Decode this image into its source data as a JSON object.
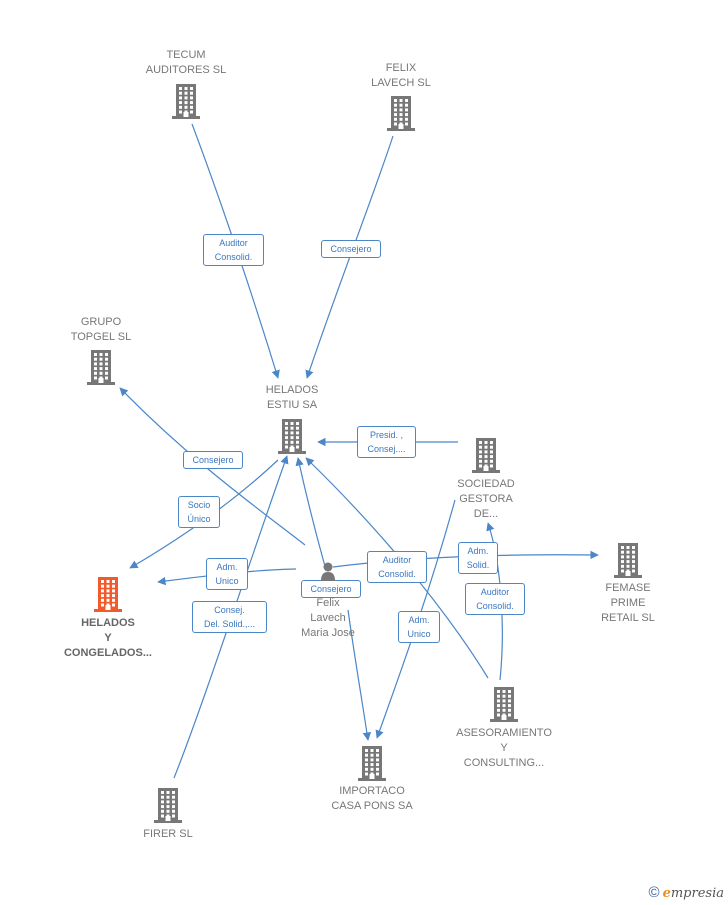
{
  "colors": {
    "edge": "#4a86c8",
    "building": "#777777",
    "highlight": "#f15a2b"
  },
  "nodes": [
    {
      "id": "tecum",
      "label": "TECUM\nAUDITORES SL",
      "icon": "building-icon"
    },
    {
      "id": "felixsl",
      "label": "FELIX\nLAVECH SL",
      "icon": "building-icon"
    },
    {
      "id": "grupo",
      "label": "GRUPO\nTOPGEL SL",
      "icon": "building-icon"
    },
    {
      "id": "estiu",
      "label": "HELADOS\nESTIU SA",
      "icon": "building-icon"
    },
    {
      "id": "sociedad",
      "label": "SOCIEDAD\nGESTORA\nDE...",
      "icon": "building-icon"
    },
    {
      "id": "femase",
      "label": "FEMASE\nPRIME\nRETAIL SL",
      "icon": "building-icon"
    },
    {
      "id": "congelados",
      "label": "HELADOS\nY\nCONGELADOS...",
      "icon": "building-icon",
      "highlight": true
    },
    {
      "id": "person",
      "label": "Felix\nLavech\nMaria Jose",
      "icon": "person-icon"
    },
    {
      "id": "asesor",
      "label": "ASESORAMIENTO\nY\nCONSULTING...",
      "icon": "building-icon"
    },
    {
      "id": "importaco",
      "label": "IMPORTACO\nCASA PONS SA",
      "icon": "building-icon"
    },
    {
      "id": "firer",
      "label": "FIRER SL",
      "icon": "building-icon"
    }
  ],
  "edge_labels": [
    "Auditor\nConsolid.",
    "Consejero",
    "Presid. ,\nConsej....",
    "Consejero",
    "Socio\nÚnico",
    "Adm.\nUnico",
    "Consej.\nDel. Solid.,...",
    "Consejero",
    "Auditor\nConsolid.",
    "Adm.\nSolid.",
    "Auditor\nConsolid.",
    "Adm.\nUnico"
  ],
  "footer": {
    "copyright": "©",
    "brand_initial": "e",
    "brand_rest": "mpresia"
  }
}
